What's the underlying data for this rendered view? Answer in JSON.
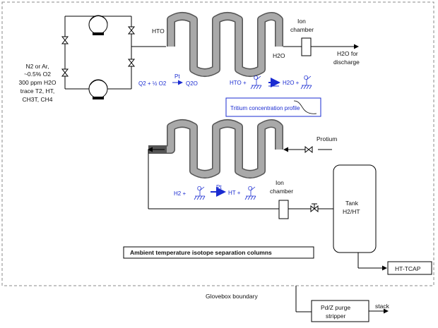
{
  "inlet": {
    "lines": [
      "N2 or Ar,",
      "~0.5% O2",
      "300 ppm H2O",
      "trace T2, HT,",
      "CH3T, CH4"
    ]
  },
  "upper": {
    "hto_label": "HTO",
    "h2o_label": "H2O",
    "ion_chamber_l1": "Ion",
    "ion_chamber_l2": "chamber",
    "outlet_l1": "H2O for",
    "outlet_l2": "discharge",
    "oxidation_catalyst": "Pt",
    "oxidation_lhs": "Q2 + ½ O2",
    "oxidation_rhs": "Q2O",
    "exchange_lhs": "HTO  +",
    "exchange_rhs": "H2O  +",
    "profile_label": "Tritium concentration profile"
  },
  "lower": {
    "protium_label": "Protium",
    "ion_chamber_l1": "Ion",
    "ion_chamber_l2": "chamber",
    "catalyst": "Pt",
    "reaction_lhs": "H2  +",
    "reaction_rhs": "HT  +",
    "tank_l1": "Tank",
    "tank_l2": "H2/HT",
    "tcap_label": "HT-TCAP",
    "title": "Ambient temperature isotope separation columns"
  },
  "glovebox_label": "Glovebox boundary",
  "stripper_l1": "Pd/Z purge",
  "stripper_l2": "stripper",
  "stack_label": "stack",
  "colors": {
    "accent": "#1a2bd1",
    "column_fill": "#a9a9a9",
    "column_edge": "#555555"
  }
}
